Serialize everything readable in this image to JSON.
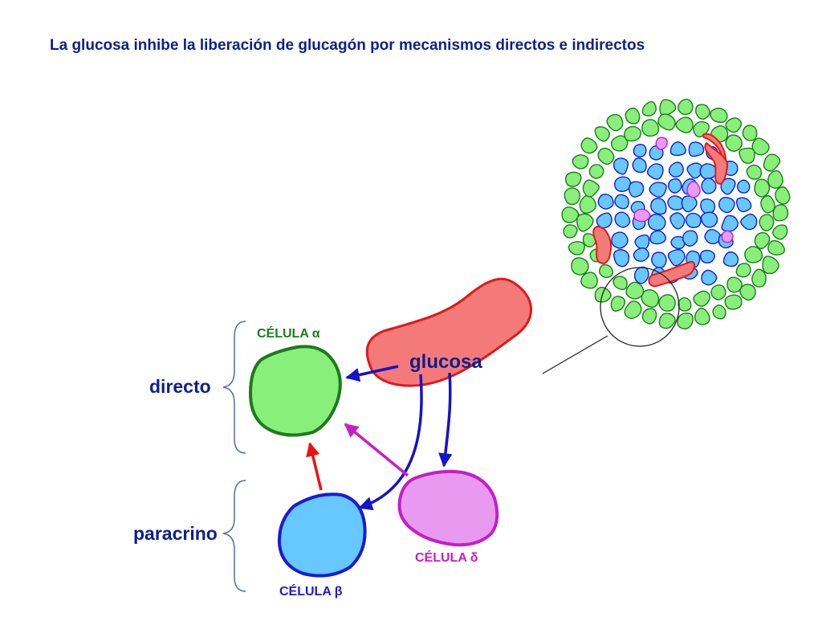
{
  "title": "La glucosa inhibe la liberación de glucagón por mecanismos directos e indirectos",
  "labels": {
    "glucose": "glucosa",
    "alpha_cell": "CÉLULA α",
    "beta_cell": "CÉLULA β",
    "delta_cell": "CÉLULA δ",
    "direct": "directo",
    "paracrine": "paracrino"
  },
  "colors": {
    "title": "#0d1f8c",
    "alpha_fill": "#88f07a",
    "alpha_stroke": "#1e7a1e",
    "beta_fill": "#66c8ff",
    "beta_stroke": "#1a1ad6",
    "delta_fill": "#e89af0",
    "delta_stroke": "#c41ec8",
    "vessel_fill": "#f47a7a",
    "vessel_stroke": "#e01818",
    "glucose_arrow": "#1414c8",
    "beta_arrow": "#ee1111",
    "delta_arrow": "#c81ec8",
    "brace": "#5c6a9c"
  }
}
